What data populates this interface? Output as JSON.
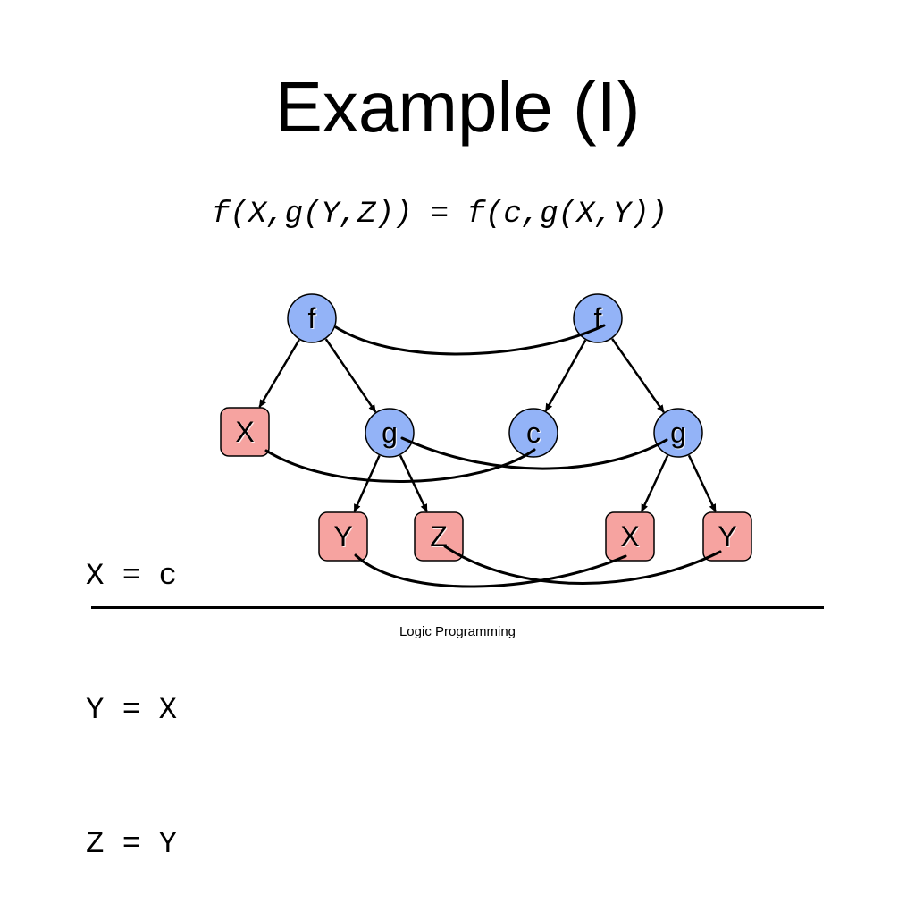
{
  "slide": {
    "title": "Example (I)",
    "equation": "f(X,g(Y,Z)) = f(c,g(X,Y))",
    "bindings": [
      "X = c",
      "Y = X",
      "Z = Y"
    ],
    "footer": "Logic Programming"
  },
  "colors": {
    "function_node_fill": "#93b3f7",
    "variable_node_fill": "#f6a3a0",
    "stroke": "#000000"
  },
  "tree": {
    "nodes": [
      {
        "id": "left-f",
        "label": "f",
        "kind": "function"
      },
      {
        "id": "left-X",
        "label": "X",
        "kind": "variable"
      },
      {
        "id": "left-g",
        "label": "g",
        "kind": "function"
      },
      {
        "id": "left-Y",
        "label": "Y",
        "kind": "variable"
      },
      {
        "id": "left-Z",
        "label": "Z",
        "kind": "variable"
      },
      {
        "id": "right-f",
        "label": "f",
        "kind": "function"
      },
      {
        "id": "right-c",
        "label": "c",
        "kind": "function"
      },
      {
        "id": "right-g",
        "label": "g",
        "kind": "function"
      },
      {
        "id": "right-X",
        "label": "X",
        "kind": "variable"
      },
      {
        "id": "right-Y",
        "label": "Y",
        "kind": "variable"
      }
    ],
    "edges": [
      {
        "from": "left-f",
        "to": "left-X"
      },
      {
        "from": "left-f",
        "to": "left-g"
      },
      {
        "from": "left-g",
        "to": "left-Y"
      },
      {
        "from": "left-g",
        "to": "left-Z"
      },
      {
        "from": "right-f",
        "to": "right-c"
      },
      {
        "from": "right-f",
        "to": "right-g"
      },
      {
        "from": "right-g",
        "to": "right-X"
      },
      {
        "from": "right-g",
        "to": "right-Y"
      }
    ],
    "matches": [
      {
        "a": "left-f",
        "b": "right-f"
      },
      {
        "a": "left-X",
        "b": "right-c"
      },
      {
        "a": "left-g",
        "b": "right-g"
      },
      {
        "a": "left-Y",
        "b": "right-X"
      },
      {
        "a": "left-Z",
        "b": "right-Y"
      }
    ]
  }
}
